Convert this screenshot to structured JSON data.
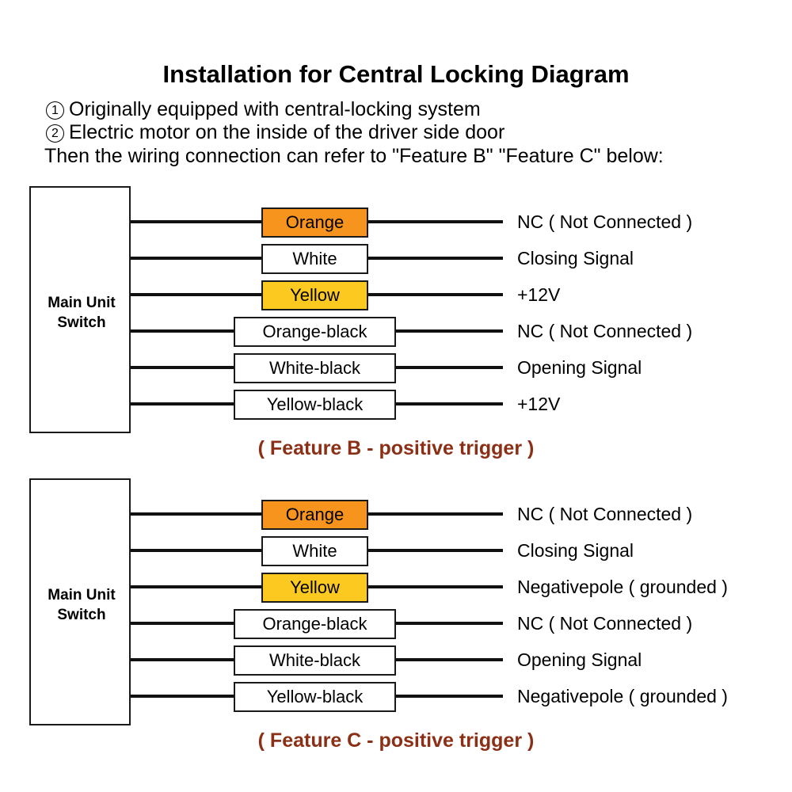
{
  "header": {
    "title": "Installation for Central Locking Diagram",
    "notes": [
      {
        "marker": "1",
        "text": "Originally equipped with central-locking system"
      },
      {
        "marker": "2",
        "text": "Electric motor on the inside of the driver side door"
      }
    ],
    "closing_line": "Then the wiring connection can refer to \"Feature B\" \"Feature C\" below:"
  },
  "colors": {
    "orange": "#f7941e",
    "yellow": "#fbc91f",
    "white": "#ffffff",
    "wire": "#111111",
    "caption": "#8b3016",
    "outline": "#1a1a1a"
  },
  "unit": {
    "label_line1": "Main Unit",
    "label_line2": "Switch"
  },
  "blocks": [
    {
      "id": "feature-b",
      "caption": "( Feature B - positive trigger )",
      "rows": [
        {
          "wire": "Orange",
          "swatch": "orange",
          "width": "narrow",
          "description": "NC ( Not Connected )"
        },
        {
          "wire": "White",
          "swatch": "white",
          "width": "narrow",
          "description": "Closing Signal"
        },
        {
          "wire": "Yellow",
          "swatch": "yellow",
          "width": "narrow",
          "description": "+12V"
        },
        {
          "wire": "Orange-black",
          "swatch": "white",
          "width": "wide",
          "description": "NC ( Not Connected )"
        },
        {
          "wire": "White-black",
          "swatch": "white",
          "width": "wide",
          "description": "Opening Signal"
        },
        {
          "wire": "Yellow-black",
          "swatch": "white",
          "width": "wide",
          "description": "+12V"
        }
      ]
    },
    {
      "id": "feature-c",
      "caption": "( Feature C - positive trigger )",
      "rows": [
        {
          "wire": "Orange",
          "swatch": "orange",
          "width": "narrow",
          "description": "NC ( Not Connected )"
        },
        {
          "wire": "White",
          "swatch": "white",
          "width": "narrow",
          "description": "Closing Signal"
        },
        {
          "wire": "Yellow",
          "swatch": "yellow",
          "width": "narrow",
          "description": "Negativepole ( grounded )"
        },
        {
          "wire": "Orange-black",
          "swatch": "white",
          "width": "wide",
          "description": "NC ( Not Connected )"
        },
        {
          "wire": "White-black",
          "swatch": "white",
          "width": "wide",
          "description": "Opening Signal"
        },
        {
          "wire": "Yellow-black",
          "swatch": "white",
          "width": "wide",
          "description": "Negativepole ( grounded )"
        }
      ]
    }
  ]
}
